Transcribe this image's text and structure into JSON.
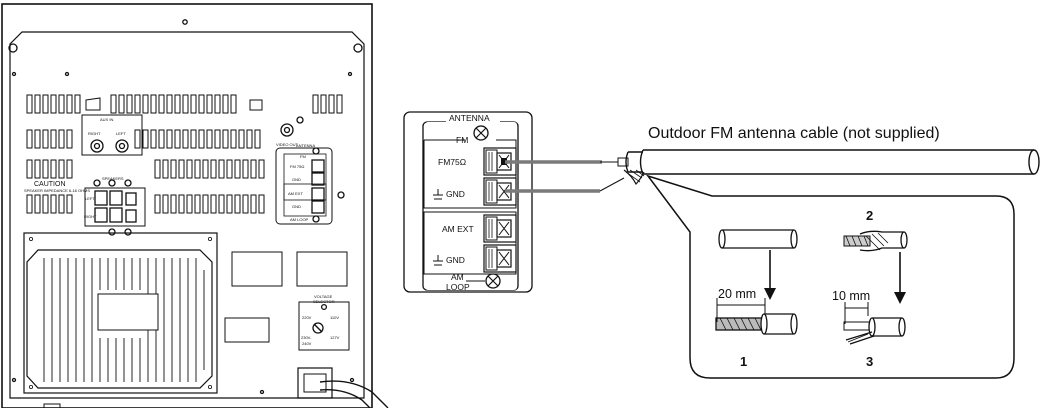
{
  "caption": "Outdoor FM antenna cable (not supplied)",
  "unit_rear": {
    "aux_in": "AUX IN",
    "aux_right": "RIGHT",
    "aux_left": "LEFT",
    "video_out": "VIDEO OUT",
    "speakers": "SPEAKERS",
    "caution": "CAUTION",
    "caution_sub": "SPEAKER IMPEDANCE 6-16 OHMS",
    "spk_left": "LEFT",
    "spk_right": "RIGHT",
    "antenna_small": "ANTENNA",
    "fm_small": "FM",
    "fm75_small": "FM 75Ω",
    "gnd_small": "GND",
    "amext_small": "AM EXT",
    "gnd2_small": "GND",
    "am_loop_small": "AM LOOP",
    "voltage_1": "VOLTAGE",
    "voltage_2": "SELECTOR",
    "v220": "220V",
    "v230": "230V-",
    "v240": "240V",
    "v110": "110V",
    "v127": "127V"
  },
  "antenna_panel": {
    "title": "ANTENNA",
    "fm": "FM",
    "fm75": "FM75Ω",
    "gnd": "GND",
    "am_ext": "AM EXT",
    "gnd2": "GND",
    "am": "AM",
    "loop": "LOOP"
  },
  "detail": {
    "step1": "1",
    "step2": "2",
    "step3": "3",
    "len1": "20 mm",
    "len2": "10 mm"
  },
  "colors": {
    "line": "#111111",
    "gray_wire": "#7a7a7a",
    "fill_light": "#ffffff"
  }
}
